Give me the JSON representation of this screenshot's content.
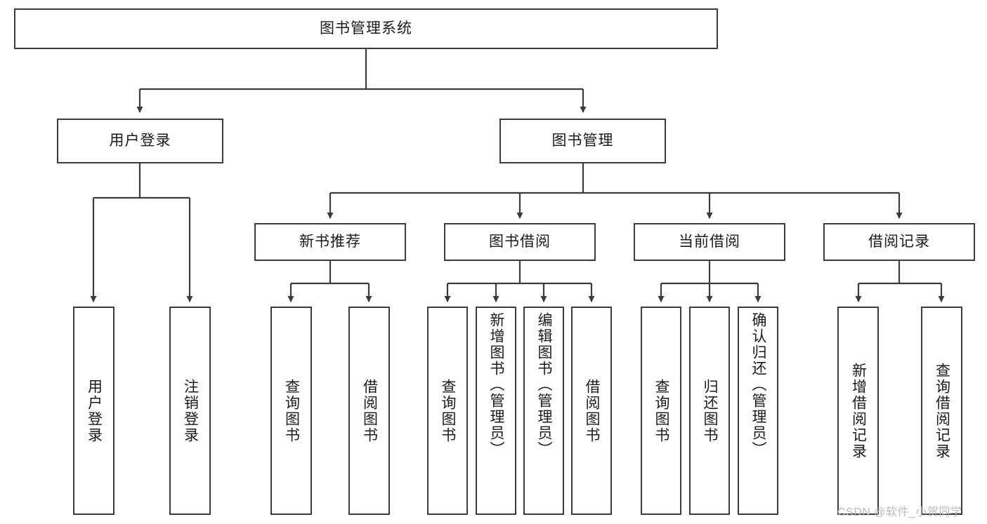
{
  "diagram": {
    "title": "图书管理系统",
    "type": "tree-hierarchy",
    "root": {
      "label": "图书管理系统"
    },
    "level2": [
      {
        "label": "用户登录"
      },
      {
        "label": "图书管理"
      }
    ],
    "level3": [
      {
        "label": "新书推荐"
      },
      {
        "label": "图书借阅"
      },
      {
        "label": "当前借阅"
      },
      {
        "label": "借阅记录"
      }
    ],
    "leaves": {
      "user_login": [
        {
          "label": "用户登录"
        },
        {
          "label": "注销登录"
        }
      ],
      "new_book_recommend": [
        {
          "label": "查询图书"
        },
        {
          "label": "借阅图书"
        }
      ],
      "book_borrow": [
        {
          "label": "查询图书"
        },
        {
          "label": "新增图书（管理员）"
        },
        {
          "label": "编辑图书（管理员）"
        },
        {
          "label": "借阅图书"
        }
      ],
      "current_borrow": [
        {
          "label": "查询图书"
        },
        {
          "label": "归还图书"
        },
        {
          "label": "确认归还（管理员）"
        }
      ],
      "borrow_record": [
        {
          "label": "新增借阅记录"
        },
        {
          "label": "查询借阅记录"
        }
      ]
    }
  },
  "watermark": {
    "text": "CSDN @软件_小贺同学"
  },
  "colors": {
    "border": "#3b3b3b",
    "text": "#1a1a1a",
    "background": "#ffffff",
    "watermark": "#b9b9b9"
  }
}
